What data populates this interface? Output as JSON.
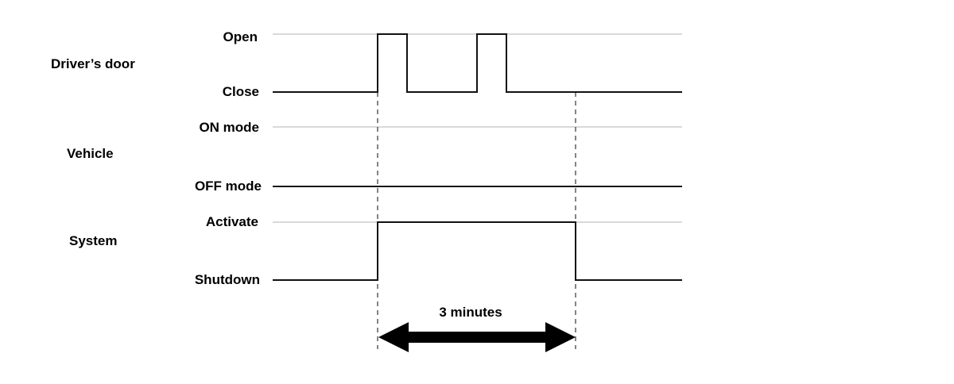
{
  "rows": [
    {
      "name": "Driver’s door",
      "high_label": "Open",
      "low_label": "Close"
    },
    {
      "name": "Vehicle",
      "high_label": "ON mode",
      "low_label": "OFF mode"
    },
    {
      "name": "System",
      "high_label": "Activate",
      "low_label": "Shutdown"
    }
  ],
  "duration_label": "3 minutes"
}
